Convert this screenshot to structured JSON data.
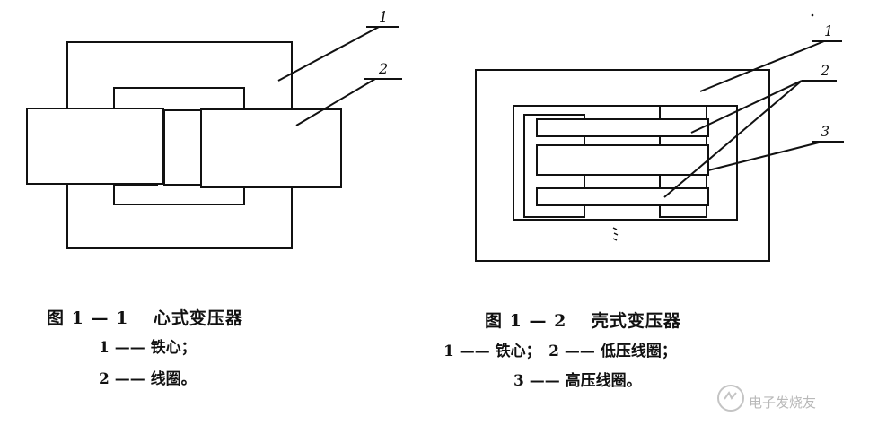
{
  "figure1": {
    "caption": "图 1 — 1　 心式变压器",
    "legend": [
      "1 —— 铁心；",
      "2 —— 线圈。"
    ],
    "callouts": [
      "1",
      "2"
    ]
  },
  "figure2": {
    "caption": "图 1 — 2　 壳式变压器",
    "legend_line1": "1 —— 铁心；　2 —— 低压线圈；",
    "legend_line2": "3 —— 高压线圈。",
    "callouts": [
      "1",
      "2",
      "3"
    ]
  },
  "watermark": "电子发烧友"
}
